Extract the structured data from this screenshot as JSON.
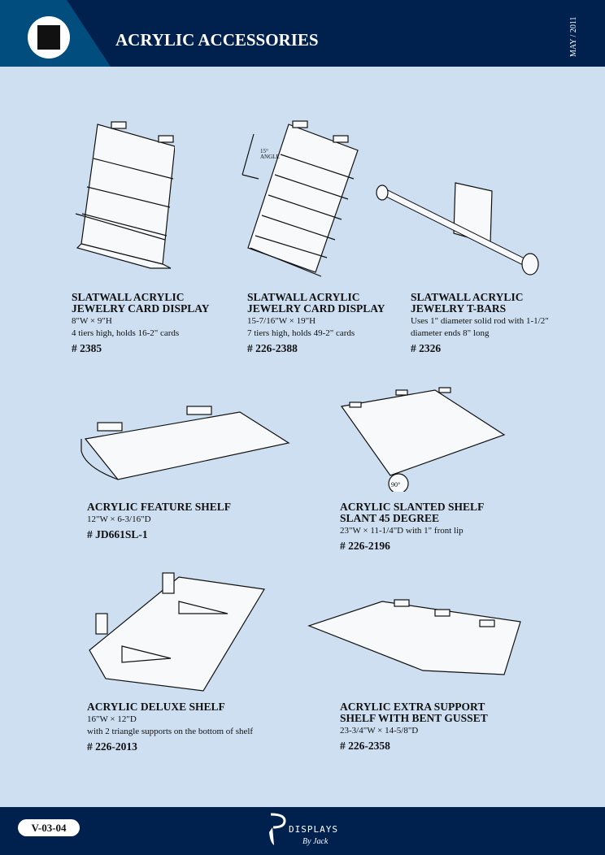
{
  "header": {
    "title": "ACRYLIC ACCESSORIES",
    "date": "MAY / 2011"
  },
  "products": [
    {
      "name1": "SLATWALL ACRYLIC",
      "name2": "JEWELRY CARD DISPLAY",
      "desc1": "8\"W × 9\"H",
      "desc2": "4 tiers high, holds 16-2\" cards",
      "code": "# 2385"
    },
    {
      "name1": "SLATWALL ACRYLIC",
      "name2": "JEWELRY CARD DISPLAY",
      "desc1": "15-7/16\"W × 19\"H",
      "desc2": "7 tiers high, holds 49-2\" cards",
      "code": "# 226-2388",
      "annotation1": "15°",
      "annotation2": "ANGLE"
    },
    {
      "name1": "SLATWALL ACRYLIC",
      "name2": "JEWELRY T-BARS",
      "desc1": "Uses 1\" diameter solid rod with 1-1/2\"",
      "desc2": "diameter ends 8\" long",
      "code": "# 2326"
    },
    {
      "name1": "ACRYLIC FEATURE SHELF",
      "desc1": "12\"W × 6-3/16\"D",
      "code": "# JD661SL-1"
    },
    {
      "name1": "ACRYLIC SLANTED SHELF",
      "name2": "SLANT 45 DEGREE",
      "desc1": "23\"W × 11-1/4\"D with 1\" front lip",
      "code": "# 226-2196",
      "annotation1": "90°"
    },
    {
      "name1": "ACRYLIC DELUXE SHELF",
      "desc1": "16\"W × 12\"D",
      "desc2": "with 2 triangle supports on the bottom of shelf",
      "code": "# 226-2013"
    },
    {
      "name1": "ACRYLIC EXTRA SUPPORT",
      "name2": "SHELF WITH BENT GUSSET",
      "desc1": "23-3/4\"W × 14-5/8\"D",
      "code": "# 226-2358"
    }
  ],
  "footer": {
    "page_code": "V-03-04",
    "brand": "DISPLAYS",
    "brand_sub": "By Jack"
  }
}
